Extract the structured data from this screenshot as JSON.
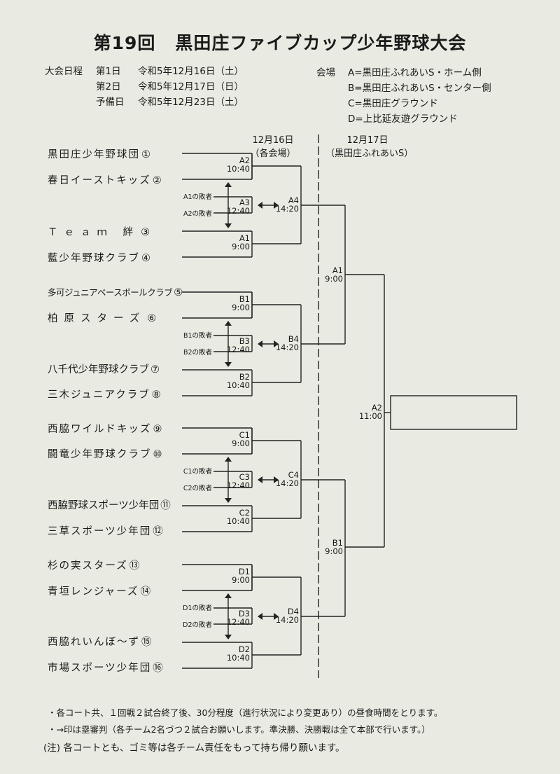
{
  "title": {
    "part1": "第19回",
    "part2": "黒田庄ファイブカップ少年野球大会"
  },
  "schedule": {
    "label": "大会日程",
    "days": [
      {
        "name": "第1日",
        "date": "令和5年12月16日（土）"
      },
      {
        "name": "第2日",
        "date": "令和5年12月17日（日）"
      },
      {
        "name": "予備日",
        "date": "令和5年12月23日（土）"
      }
    ]
  },
  "venues": {
    "label": "会場",
    "items": [
      "A=黒田庄ふれあいS・ホーム側",
      "B=黒田庄ふれあいS・センター側",
      "C=黒田庄グラウンド",
      "D=上比延友遊グラウンド"
    ]
  },
  "columns": [
    {
      "date": "12月16日",
      "place": "（各会場）"
    },
    {
      "date": "12月17日",
      "place": "（黒田庄ふれあいS）"
    }
  ],
  "teams": [
    {
      "name": "黒田庄少年野球団",
      "num": "①"
    },
    {
      "name": "春日イーストキッズ",
      "num": "②"
    },
    {
      "name": "Ｔｅａｍ 絆",
      "num": "③"
    },
    {
      "name": "藍少年野球クラブ",
      "num": "④"
    },
    {
      "name": "多可ジュニアベースボールクラブ",
      "num": "⑤"
    },
    {
      "name": "柏原スターズ",
      "num": "⑥"
    },
    {
      "name": "八千代少年野球クラブ",
      "num": "⑦"
    },
    {
      "name": "三木ジュニアクラブ",
      "num": "⑧"
    },
    {
      "name": "西脇ワイルドキッズ",
      "num": "⑨"
    },
    {
      "name": "闘竜少年野球クラブ",
      "num": "⑩"
    },
    {
      "name": "西脇野球スポーツ少年団",
      "num": "⑪"
    },
    {
      "name": "三草スポーツ少年団",
      "num": "⑫"
    },
    {
      "name": "杉の実スターズ",
      "num": "⑬"
    },
    {
      "name": "青垣レンジャーズ",
      "num": "⑭"
    },
    {
      "name": "西脇れいんぼ〜ず",
      "num": "⑮"
    },
    {
      "name": "市場スポーツ少年団",
      "num": "⑯"
    }
  ],
  "groups": [
    {
      "first": {
        "code": "A2",
        "time": "10:40"
      },
      "second": {
        "code": "A1",
        "time": "9:00"
      },
      "third": {
        "code": "A3",
        "time": "12:40"
      },
      "semi": {
        "code": "A4",
        "time": "14:20"
      },
      "loser1": "A1の敗者",
      "loser2": "A2の敗者"
    },
    {
      "first": {
        "code": "B1",
        "time": "9:00"
      },
      "second": {
        "code": "B2",
        "time": "10:40"
      },
      "third": {
        "code": "B3",
        "time": "12:40"
      },
      "semi": {
        "code": "B4",
        "time": "14:20"
      },
      "loser1": "B1の敗者",
      "loser2": "B2の敗者"
    },
    {
      "first": {
        "code": "C1",
        "time": "9:00"
      },
      "second": {
        "code": "C2",
        "time": "10:40"
      },
      "third": {
        "code": "C3",
        "time": "12:40"
      },
      "semi": {
        "code": "C4",
        "time": "14:20"
      },
      "loser1": "C1の敗者",
      "loser2": "C2の敗者"
    },
    {
      "first": {
        "code": "D1",
        "time": "9:00"
      },
      "second": {
        "code": "D2",
        "time": "10:40"
      },
      "third": {
        "code": "D3",
        "time": "12:40"
      },
      "semi": {
        "code": "D4",
        "time": "14:20"
      },
      "loser1": "D1の敗者",
      "loser2": "D2の敗者"
    }
  ],
  "day2": {
    "semi1": {
      "code": "A1",
      "time": "9:00"
    },
    "semi2": {
      "code": "B1",
      "time": "9:00"
    },
    "final": {
      "code": "A2",
      "time": "11:00"
    }
  },
  "notes": [
    "・各コート共、１回戦２試合終了後、30分程度（進行状況により変更あり）の昼食時間をとります。",
    "・→印は塁審判（各チーム2名づつ２試合お願いします。準決勝、決勝戦は全て本部で行います。）",
    "(注) 各コートとも、ゴミ等は各チーム責任をもって持ち帰り願います。"
  ]
}
